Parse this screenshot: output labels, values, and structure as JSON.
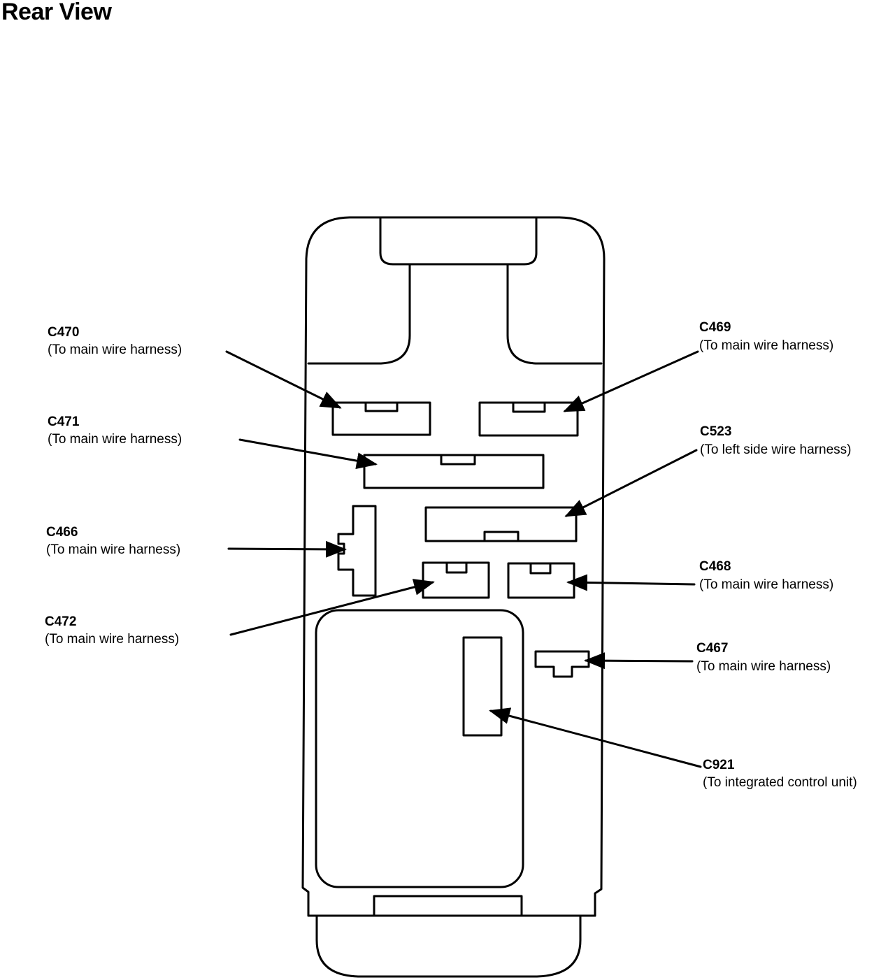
{
  "title": "Rear View",
  "connectors": [
    {
      "id": "C470",
      "desc": "(To main wire harness)"
    },
    {
      "id": "C469",
      "desc": "(To main wire harness)"
    },
    {
      "id": "C471",
      "desc": "(To main wire harness)"
    },
    {
      "id": "C523",
      "desc": "(To left side wire harness)"
    },
    {
      "id": "C466",
      "desc": "(To main wire harness)"
    },
    {
      "id": "C468",
      "desc": "(To main wire harness)"
    },
    {
      "id": "C472",
      "desc": "(To main wire harness)"
    },
    {
      "id": "C467",
      "desc": "(To main wire harness)"
    },
    {
      "id": "C921",
      "desc": "(To integrated control unit)"
    }
  ]
}
